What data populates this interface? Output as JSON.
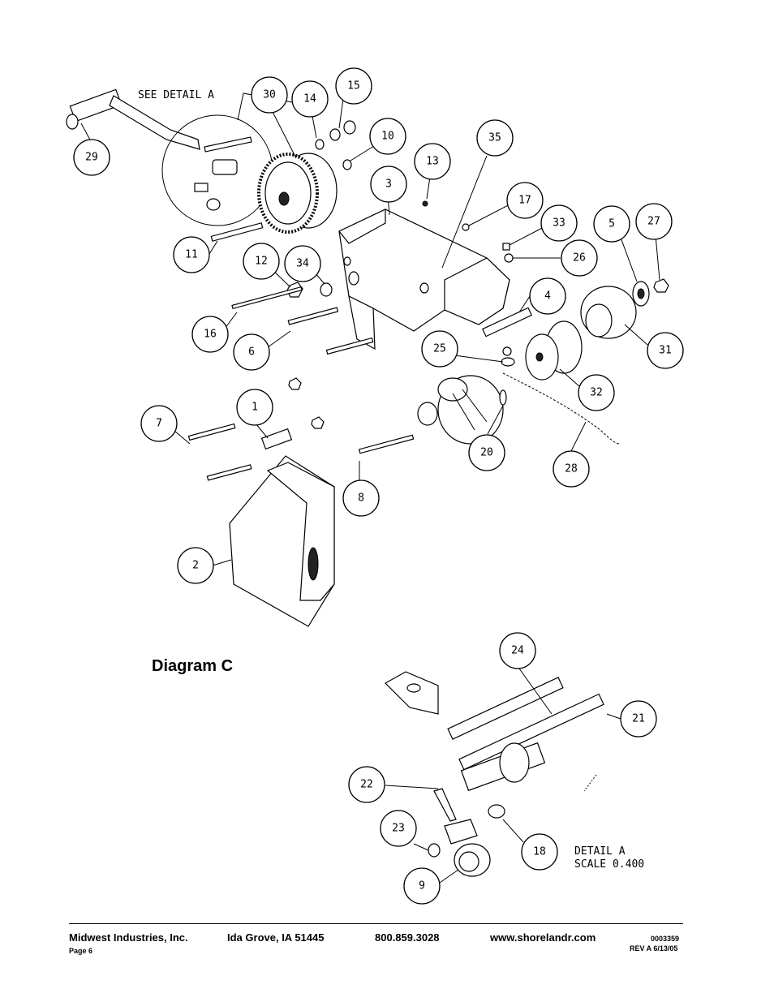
{
  "diagram": {
    "title": "Diagram C",
    "notes": {
      "see_detail": "SEE DETAIL  A",
      "detail_label": "DETAIL  A",
      "detail_scale": "SCALE  0.400"
    },
    "callouts": [
      "29",
      "30",
      "14",
      "15",
      "10",
      "13",
      "35",
      "3",
      "17",
      "33",
      "26",
      "5",
      "27",
      "11",
      "12",
      "34",
      "16",
      "6",
      "4",
      "31",
      "25",
      "32",
      "7",
      "1",
      "20",
      "28",
      "8",
      "2",
      "24",
      "21",
      "22",
      "23",
      "18",
      "9"
    ]
  },
  "footer": {
    "company": "Midwest Industries, Inc.",
    "page": "Page 6",
    "city": "Ida Grove, IA  51445",
    "phone": "800.859.3028",
    "website": "www.shorelandr.com",
    "doc_number": "0003359",
    "revision": "REV  A  6/13/05"
  }
}
